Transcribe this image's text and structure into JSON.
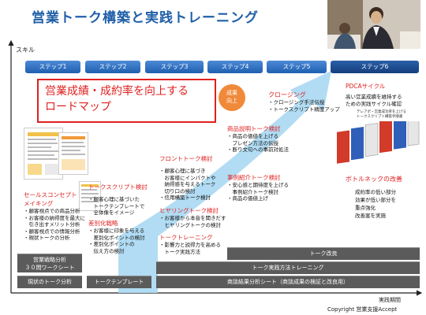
{
  "title": "営業トーク構築と実践トレーニング",
  "axis": {
    "y_label": "スキル",
    "x_label": "実践期間"
  },
  "copyright": "Copyright 営業支援Accept",
  "steps": [
    "ステップ1",
    "ステップ2",
    "ステップ3",
    "ステップ4",
    "ステップ5",
    "ステップ6"
  ],
  "headline": {
    "line1": "営業成績・成約率を向上する",
    "line2": "ロードマップ"
  },
  "badge": {
    "line1": "成果",
    "line2": "向上"
  },
  "colors": {
    "title": "#1f5fa8",
    "step": "#1f5fb0",
    "accent_red": "#e02020",
    "arrow": "#a9d8f2",
    "bar": "#5b5b5b",
    "badge": "#f08a3a"
  },
  "sections": {
    "sales_concept": {
      "title1": "セールスコンセプト",
      "title2": "メイキング",
      "items": [
        "・顧客視点での商品分析",
        "・お客様の納得度を最大に",
        "　引き出すメリット分析",
        "・顧客視点での情報分析",
        "・現状トークの分析"
      ]
    },
    "script_review": {
      "title": "トークスクリプト検討",
      "items": [
        "・顧客心理に基づいた",
        "　トークテンプレートで",
        "　全体像をイメージ"
      ]
    },
    "differentiation": {
      "title": "差別化戦略",
      "items": [
        "・お客様に印象を与える",
        "　差別化ポイントの検討",
        "・差別化ポイントの",
        "　伝え方の検討"
      ]
    },
    "front_talk": {
      "title": "フロントトーク検討",
      "items": [
        "・顧客心理に基づき",
        "　お客様にインパクトや",
        "　納得感を与えるトーク",
        "　切り口の検討",
        "・信用構築トーク検討"
      ]
    },
    "hearing_talk": {
      "title": "ヒヤリングトーク検討",
      "items": [
        "・お客様から本音を聞きだす",
        "　ヒヤリングトークの検討"
      ]
    },
    "talk_training": {
      "title": "トークトレーニング",
      "items": [
        "・影響力と説得力を高める",
        "　トーク実践方法"
      ]
    },
    "product_talk": {
      "title": "商品説明トーク検討",
      "items": [
        "・商品の価値を上げる",
        "　プレゼン方法の伝授",
        "・断り文句への事前対処法"
      ]
    },
    "case_talk": {
      "title": "事例紹介トーク検討",
      "items": [
        "・安心感と期待度を上げる",
        "　事例紹介トーク検討",
        "・商品の価値上げ"
      ]
    },
    "closing": {
      "title": "クロージング",
      "items": [
        "・クロージング手法伝授",
        "・トークスクリプト精度アップ"
      ]
    },
    "pdca": {
      "title": "PDCAサイクル",
      "items": [
        "高い営業成績を維持する",
        "ための実践サイクル確認"
      ]
    },
    "bottleneck": {
      "title": "ボトルネックの改善",
      "items": [
        "成約率の低い部分",
        "効果が低い部分を",
        "重点強化",
        "改善案を実施"
      ]
    }
  },
  "bars": {
    "strategy_line1": "営業戦略分析",
    "strategy_line2": "３０問ワークシート",
    "current_analysis": "現状のトーク分析",
    "template": "トークテンプレート",
    "talk_improvement": "トーク改良",
    "practice_training": "トーク実践方法トレーニング",
    "negotiation_sheet": "商談結果分析シート（商談成果の検証と改良用）"
  },
  "book_caption": {
    "line1": "テレアポ・営業成功率を上げる",
    "line2": "トークスクリプト構築手順書"
  }
}
